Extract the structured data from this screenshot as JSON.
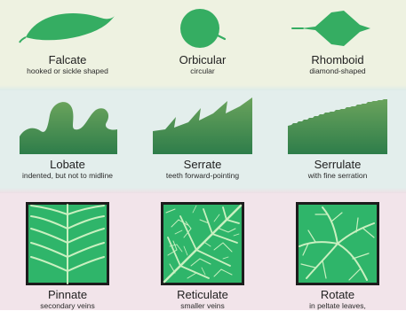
{
  "shapes": [
    {
      "name": "Falcate",
      "desc": "hooked or sickle shaped",
      "icon": "falcate-leaf-icon"
    },
    {
      "name": "Orbicular",
      "desc": "circular",
      "icon": "orbicular-leaf-icon"
    },
    {
      "name": "Rhomboid",
      "desc": "diamond-shaped",
      "icon": "rhomboid-leaf-icon"
    }
  ],
  "margins": [
    {
      "name": "Lobate",
      "desc": "indented, but not to midline",
      "icon": "lobate-margin-icon"
    },
    {
      "name": "Serrate",
      "desc": "teeth forward-pointing",
      "icon": "serrate-margin-icon"
    },
    {
      "name": "Serrulate",
      "desc": "with fine serration",
      "icon": "serrulate-margin-icon"
    }
  ],
  "venation": [
    {
      "name": "Pinnate",
      "desc": "secondary veins",
      "icon": "pinnate-venation-icon"
    },
    {
      "name": "Reticulate",
      "desc": "smaller veins",
      "icon": "reticulate-venation-icon"
    },
    {
      "name": "Rotate",
      "desc": "in peltate leaves,",
      "icon": "rotate-venation-icon"
    }
  ],
  "colors": {
    "leaf_green": "#35ad62",
    "margin_gradient_top": "#5f9a5a",
    "margin_gradient_bottom": "#2e7d4a",
    "vein_light": "#c9f0c0",
    "frame_dark": "#1c1c1c"
  }
}
